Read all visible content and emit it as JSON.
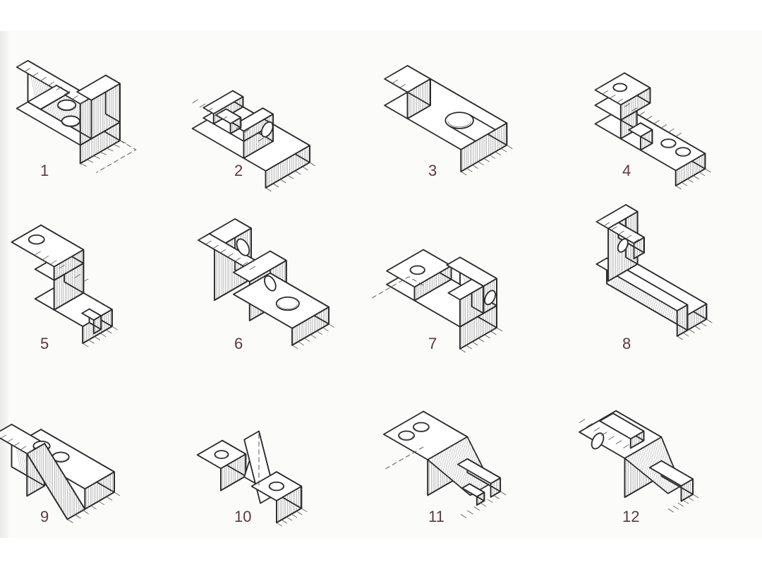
{
  "figures": [
    {
      "label": "1",
      "shape": "block-with-upright-ends-and-two-holes"
    },
    {
      "label": "2",
      "shape": "base-with-slotted-castellations"
    },
    {
      "label": "3",
      "shape": "base-with-block-and-u-slot"
    },
    {
      "label": "4",
      "shape": "stepped-base-with-holes"
    },
    {
      "label": "5",
      "shape": "z-bracket-with-groove"
    },
    {
      "label": "6",
      "shape": "frame-with-holes"
    },
    {
      "label": "7",
      "shape": "slotted-block-with-side-hole"
    },
    {
      "label": "8",
      "shape": "angle-bracket-with-hole"
    },
    {
      "label": "9",
      "shape": "stepped-wedge-with-holes"
    },
    {
      "label": "10",
      "shape": "two-blocks-with-triangular-web"
    },
    {
      "label": "11",
      "shape": "tapered-block-with-slot"
    },
    {
      "label": "12",
      "shape": "nose-block-with-rib-and-hole"
    }
  ],
  "colors": {
    "line": "#2b2b2b",
    "label": "#5a3a3e",
    "paper": "#fbfbfa"
  }
}
